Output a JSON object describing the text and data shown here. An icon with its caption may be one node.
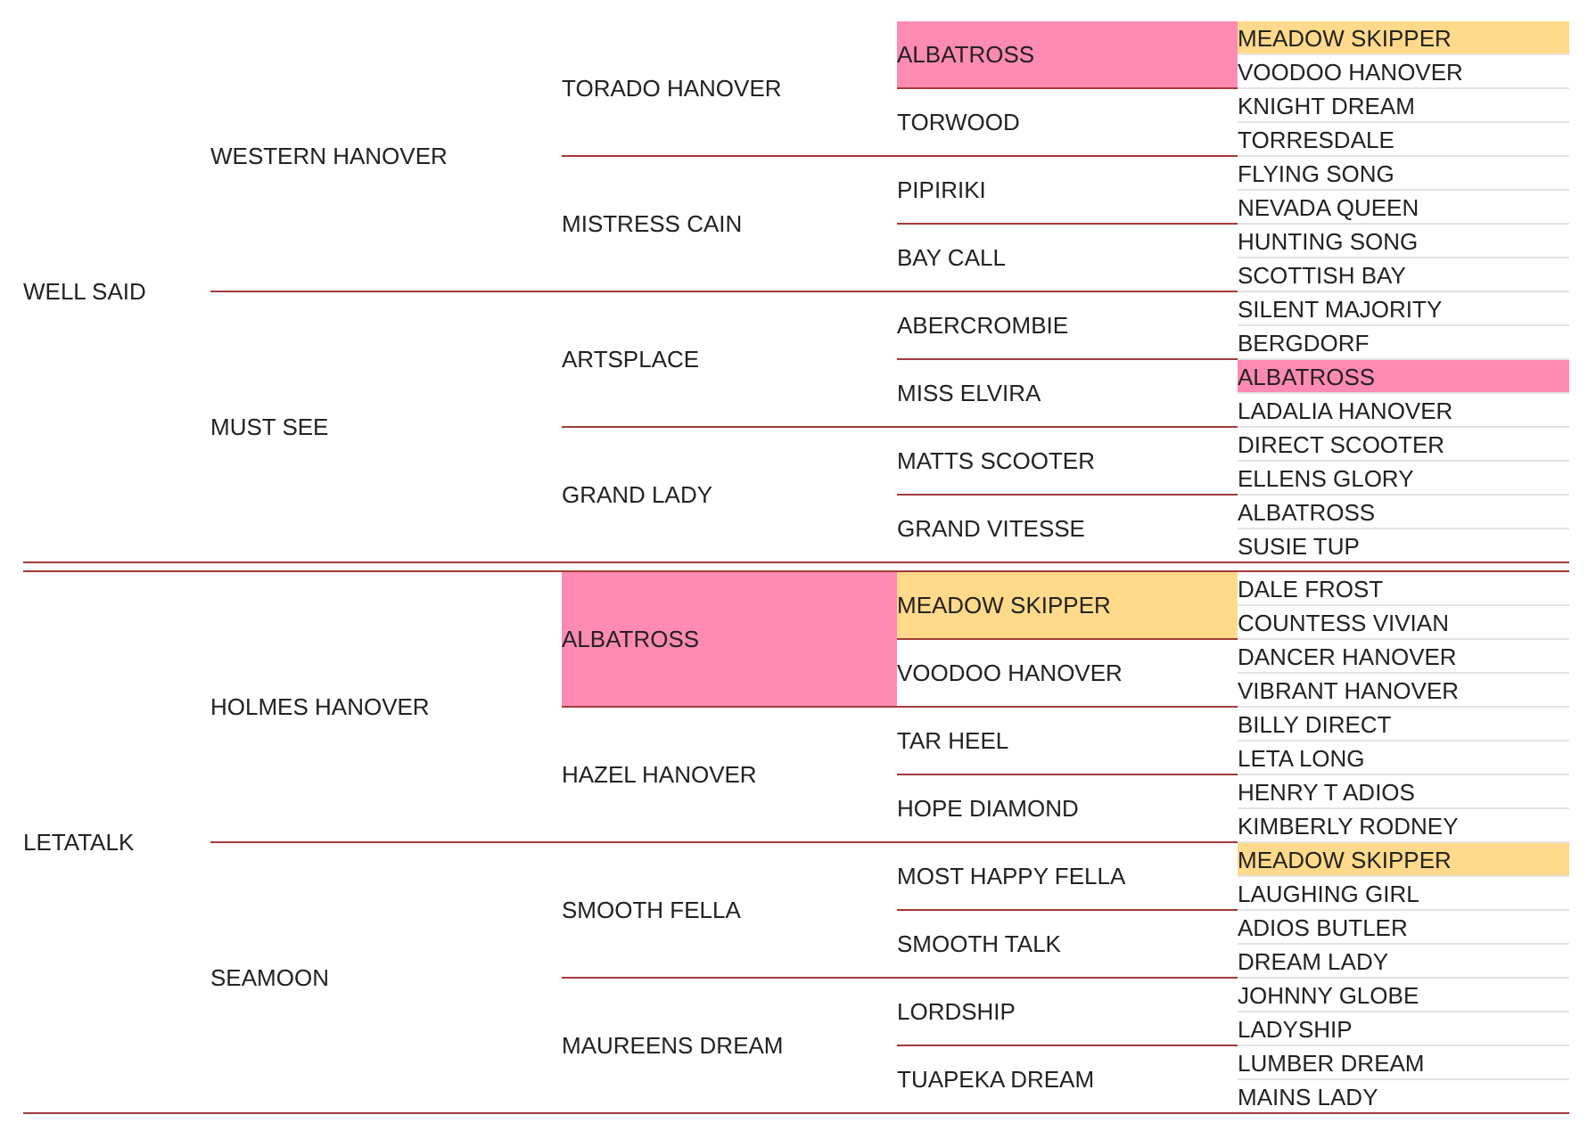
{
  "diagram": {
    "nodes": [
      {
        "text": [
          "WELL SAID"
        ]
      },
      {
        "text": [
          "LETATALK"
        ]
      },
      {
        "text": [
          "WESTERN HANOVER"
        ]
      },
      {
        "text": [
          "MUST SEE"
        ]
      },
      {
        "text": [
          "HOLMES HANOVER"
        ]
      },
      {
        "text": [
          "SEAMOON"
        ]
      },
      {
        "text": [
          "TORADO HANOVER"
        ]
      },
      {
        "text": [
          "MISTRESS CAIN"
        ]
      },
      {
        "text": [
          "ARTSPLACE"
        ]
      },
      {
        "text": [
          "GRAND LADY"
        ]
      },
      {
        "text": [
          "ALBATROSS"
        ]
      },
      {
        "text": [
          "HAZEL HANOVER"
        ]
      },
      {
        "text": [
          "SMOOTH FELLA"
        ]
      },
      {
        "text": [
          "MAUREENS DREAM"
        ]
      },
      {
        "text": [
          "ALBATROSS"
        ]
      },
      {
        "text": [
          "TORWOOD"
        ]
      },
      {
        "text": [
          "PIPIRIKI"
        ]
      },
      {
        "text": [
          "BAY CALL"
        ]
      },
      {
        "text": [
          "ABERCROMBIE"
        ]
      },
      {
        "text": [
          "MISS ELVIRA"
        ]
      },
      {
        "text": [
          "MATTS SCOOTER"
        ]
      },
      {
        "text": [
          "GRAND VITESSE"
        ]
      },
      {
        "text": [
          "MEADOW SKIPPER"
        ]
      },
      {
        "text": [
          "VOODOO HANOVER"
        ]
      },
      {
        "text": [
          "TAR HEEL"
        ]
      },
      {
        "text": [
          "HOPE DIAMOND"
        ]
      },
      {
        "text": [
          "MOST HAPPY FELLA"
        ]
      },
      {
        "text": [
          "SMOOTH TALK"
        ]
      },
      {
        "text": [
          "LORDSHIP"
        ]
      },
      {
        "text": [
          "TUAPEKA DREAM"
        ]
      },
      {
        "text": [
          "MEADOW SKIPPER"
        ]
      },
      {
        "text": [
          "VOODOO HANOVER"
        ]
      },
      {
        "text": [
          "KNIGHT DREAM"
        ]
      },
      {
        "text": [
          "TORRESDALE"
        ]
      },
      {
        "text": [
          "FLYING SONG"
        ]
      },
      {
        "text": [
          "NEVADA QUEEN"
        ]
      },
      {
        "text": [
          "HUNTING SONG"
        ]
      },
      {
        "text": [
          "SCOTTISH BAY"
        ]
      },
      {
        "text": [
          "SILENT MAJORITY"
        ]
      },
      {
        "text": [
          "BERGDORF"
        ]
      },
      {
        "text": [
          "ALBATROSS"
        ]
      },
      {
        "text": [
          "LADALIA HANOVER"
        ]
      },
      {
        "text": [
          "DIRECT SCOOTER"
        ]
      },
      {
        "text": [
          "ELLENS GLORY"
        ]
      },
      {
        "text": [
          "ALBATROSS"
        ]
      },
      {
        "text": [
          "SUSIE TUP"
        ]
      },
      {
        "text": [
          "DALE FROST"
        ]
      },
      {
        "text": [
          "COUNTESS VIVIAN"
        ]
      },
      {
        "text": [
          "DANCER HANOVER"
        ]
      },
      {
        "text": [
          "VIBRANT HANOVER"
        ]
      },
      {
        "text": [
          "BILLY DIRECT"
        ]
      },
      {
        "text": [
          "LETA LONG"
        ]
      },
      {
        "text": [
          "HENRY T ADIOS"
        ]
      },
      {
        "text": [
          "KIMBERLY RODNEY"
        ]
      },
      {
        "text": [
          "MEADOW SKIPPER"
        ]
      },
      {
        "text": [
          "LAUGHING GIRL"
        ]
      },
      {
        "text": [
          "ADIOS BUTLER"
        ]
      },
      {
        "text": [
          "DREAM LADY"
        ]
      },
      {
        "text": [
          "JOHNNY GLOBE"
        ]
      },
      {
        "text": [
          "LADYSHIP"
        ]
      },
      {
        "text": [
          "LUMBER DREAM"
        ]
      },
      {
        "text": [
          "MAINS LADY"
        ]
      }
    ]
  }
}
